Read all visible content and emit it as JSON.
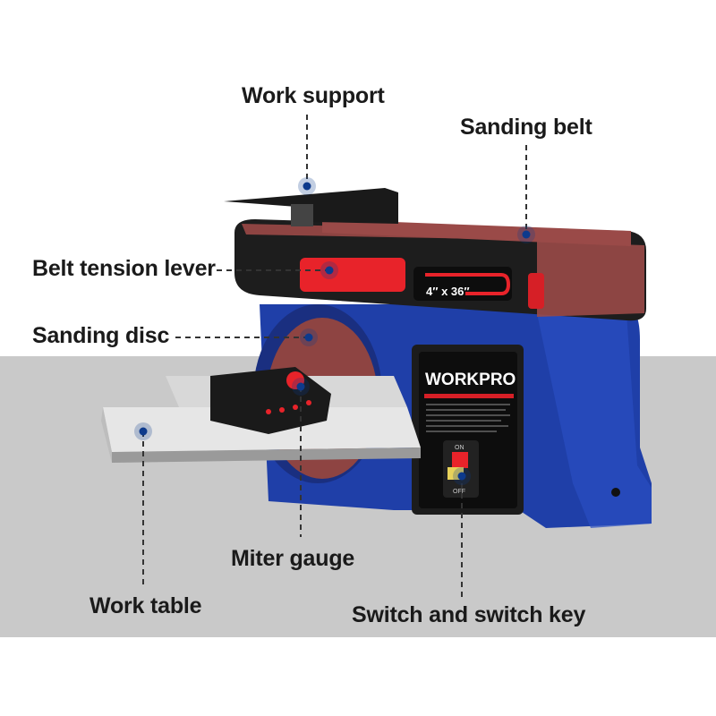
{
  "brand": "WORKPRO",
  "belt_size": "4″ x 36″",
  "switch_labels": {
    "on": "ON",
    "off": "OFF"
  },
  "callouts": {
    "work_support": "Work support",
    "sanding_belt": "Sanding belt",
    "belt_tension_lever": "Belt tension lever",
    "sanding_disc": "Sanding disc",
    "miter_gauge": "Miter gauge",
    "work_table": "Work table",
    "switch": "Switch and switch key"
  },
  "colors": {
    "body": "#1f3fa8",
    "accent": "#e8232a",
    "abrasive": "#9a4a48",
    "callout_dot": "#0d3a8c",
    "band": "#c9c9c9"
  }
}
